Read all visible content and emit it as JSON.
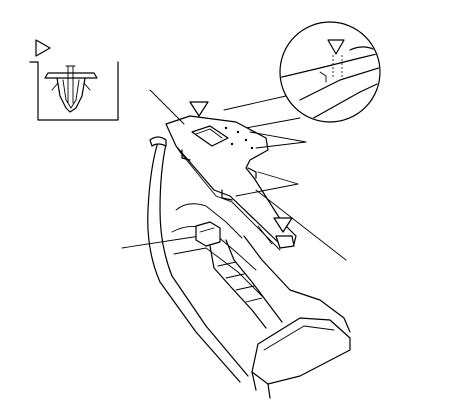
{
  "diagram": {
    "symbols": {
      "clip_marker_shape": "triangle-pointer",
      "stroke_color": "#000000",
      "background_color": "#ffffff"
    },
    "parts": [
      "center-console",
      "console-cover-panel",
      "switch-opening",
      "clip-detail-inset",
      "magnified-clip-circle",
      "shift-lever-area",
      "retaining-clip",
      "cover-lower-tab"
    ]
  }
}
